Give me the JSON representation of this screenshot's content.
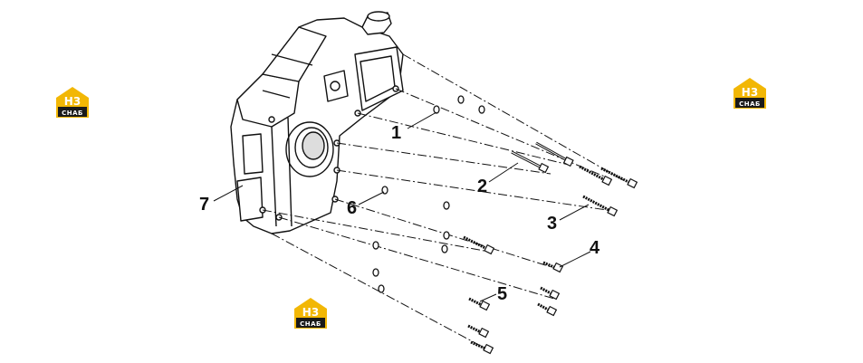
{
  "diagram": {
    "callouts": [
      {
        "id": "1",
        "label": "1"
      },
      {
        "id": "2",
        "label": "2"
      },
      {
        "id": "3",
        "label": "3"
      },
      {
        "id": "4",
        "label": "4"
      },
      {
        "id": "5",
        "label": "5"
      },
      {
        "id": "6",
        "label": "6"
      },
      {
        "id": "7",
        "label": "7"
      }
    ],
    "watermark": {
      "main": "H3",
      "sub": "СНАБ",
      "color": "#f2b705"
    }
  }
}
